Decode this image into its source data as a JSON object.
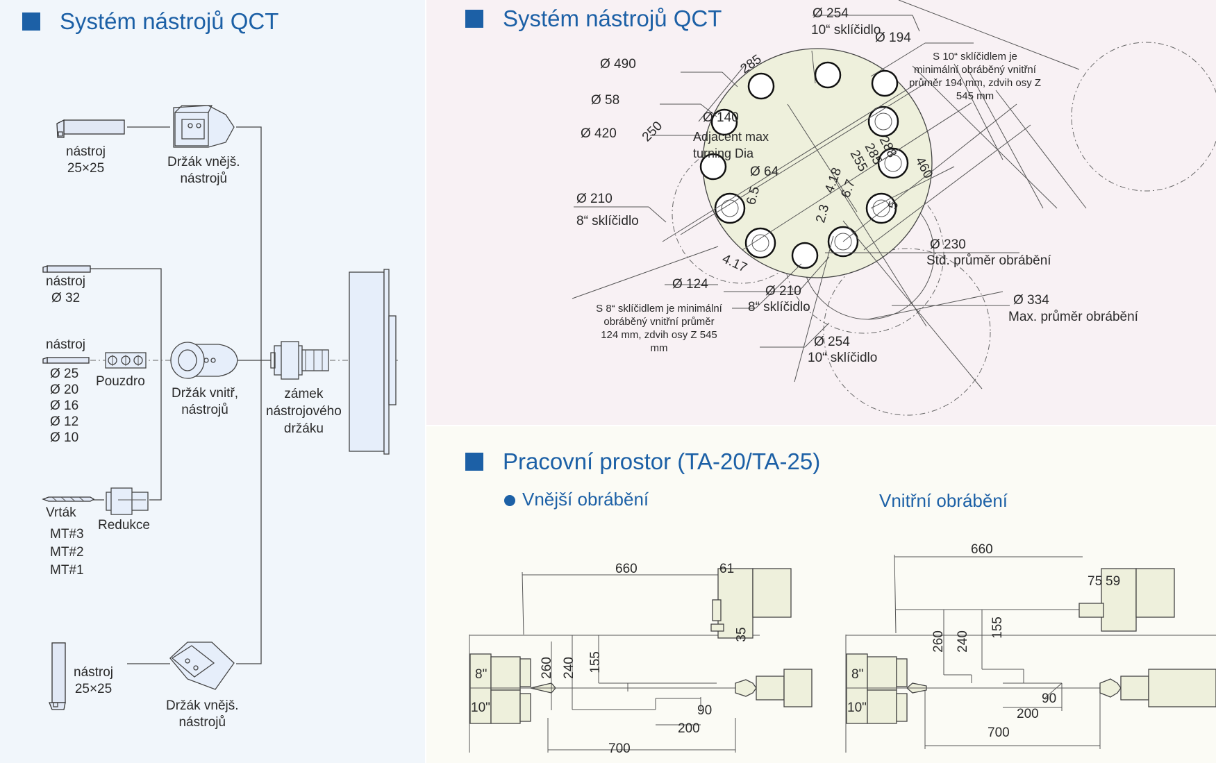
{
  "left": {
    "title": "Systém nástrojů QCT",
    "labels": {
      "tool_top": "nástroj",
      "tool_top_size": "25×25",
      "holder_outer_top": [
        "Držák vnějš.",
        "nástrojů"
      ],
      "bar_tool": "nástroj",
      "bar_tool_size": "Ø 32",
      "drill_tool": "nástroj",
      "drill_sizes": [
        "Ø 25",
        "Ø 20",
        "Ø 16",
        "Ø 12",
        "Ø 10"
      ],
      "sleeve": "Pouzdro",
      "holder_inner": [
        "Držák vnitř,",
        "nástrojů"
      ],
      "lock": [
        "zámek",
        "nástrojového",
        "držáku"
      ],
      "drill": "Vrták",
      "mt": [
        "MT#3",
        "MT#2",
        "MT#1"
      ],
      "reducer": "Redukce",
      "tool_bottom": "nástroj",
      "tool_bottom_size": "25×25",
      "holder_outer_bottom": [
        "Držák vnějš.",
        "nástrojů"
      ]
    }
  },
  "right": {
    "title": "Systém nástrojů QCT",
    "dims": {
      "d254_top": "Ø 254",
      "chuck10_top": "10“ sklíčidlo",
      "d194": "Ø 194",
      "note194": [
        "S 10“ sklíčidlem je",
        "minimální obráběný  vnitřní",
        "průměr 194 mm, zdvih osy Z",
        "545 mm"
      ],
      "d490": "Ø 490",
      "n285a": "285",
      "d58": "Ø 58",
      "n250": "250",
      "d140": "Ø 140",
      "adjacent": [
        "Adjacent max",
        "turning Dia"
      ],
      "d420": "Ø 420",
      "d64": "Ø 64",
      "n288": "288",
      "n285b": "285",
      "n255": "255",
      "n418": "4.18",
      "n67": "6.7",
      "n460": "460",
      "n5": "5",
      "n65": "6.5",
      "n23": "2.3",
      "d210a": "Ø 210",
      "chuck8a": "8“ sklíčidlo",
      "d230": "Ø 230",
      "std": "Std. průměr obrábění",
      "n417": "4.17",
      "d124": "Ø 124",
      "note124": [
        "S 8“ sklíčidlem je minimální",
        "obráběný  vnitřní průměr",
        "124 mm, zdvih osy Z 545",
        "mm"
      ],
      "d210b": "Ø 210",
      "chuck8b": "8“ sklíčidlo",
      "d334": "Ø 334",
      "max": "Max. průměr obrábění",
      "d254_bot": "Ø 254",
      "chuck10_bot": "10“ sklíčidlo"
    }
  },
  "bottom": {
    "title": "Pracovní prostor (TA-20/TA-25)",
    "outer": {
      "label": "Vnější obrábění",
      "dims": {
        "d660": "660",
        "d61": "61",
        "d35": "35",
        "d260": "260",
        "d240": "240",
        "d155": "155",
        "d90": "90",
        "d200": "200",
        "d700": "700",
        "c8": "8\"",
        "c10": "10\""
      }
    },
    "inner": {
      "label": "Vnitřní obrábění",
      "dims": {
        "d660": "660",
        "d75": "75",
        "d59": "59",
        "d260": "260",
        "d240": "240",
        "d155": "155",
        "d90": "90",
        "d200": "200",
        "d700": "700",
        "c8": "8\"",
        "c10": "10\""
      }
    }
  },
  "colors": {
    "accent": "#1c60a6",
    "panel_left": "#f1f6fb",
    "panel_right": "#f8f1f4",
    "panel_bottom": "#fbfbf5",
    "part_fill": "#eef0dc"
  }
}
